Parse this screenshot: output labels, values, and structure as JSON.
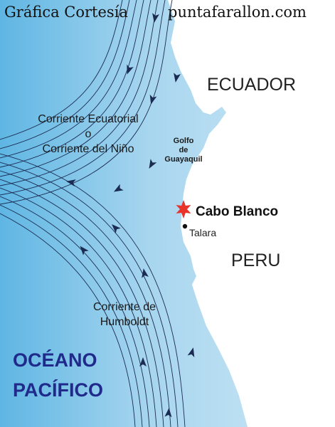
{
  "credit": {
    "left": "Gráfica Cortesía",
    "right": "puntafarallon.com"
  },
  "countries": {
    "north": "ECUADOR",
    "south": "PERU"
  },
  "currents": {
    "equatorial_line1": "Corriente Ecuatorial",
    "equatorial_line2": "o",
    "equatorial_line3": "Corriente del Niño",
    "humboldt_line1": "Corriente de",
    "humboldt_line2": "Humboldt"
  },
  "gulf": {
    "line1": "Golfo",
    "line2": "de",
    "line3": "Guayaquil"
  },
  "places": {
    "cabo_blanco": "Cabo Blanco",
    "talara": "Talara"
  },
  "ocean": {
    "line1": "OCÉANO",
    "line2": "PACÍFICO"
  },
  "colors": {
    "ocean_near": "#c6e3f3",
    "ocean_far": "#5fb6e3",
    "land": "#ffffff",
    "current_lines": "#1b2b52",
    "ocean_label": "#1f2a8a",
    "cabo_blanco_star": "#e8322a"
  },
  "icons": {
    "cabo_blanco_marker": "red-star",
    "talara_marker": "dot",
    "current_arrows": "arrowhead"
  }
}
